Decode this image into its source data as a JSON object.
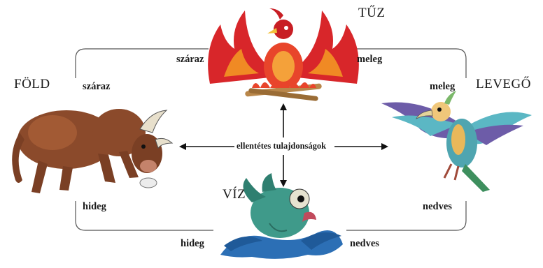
{
  "elements": {
    "fire": "TŰZ",
    "earth": "FÖLD",
    "air": "LEVEGŐ",
    "water": "VÍZ"
  },
  "qualities": {
    "top_left": "száraz",
    "left_top": "száraz",
    "top_right": "meleg",
    "right_top": "meleg",
    "left_bottom": "hideg",
    "bottom_left": "hideg",
    "right_bottom": "nedves",
    "bottom_right": "nedves"
  },
  "center_label": "ellentétes tulajdonságok",
  "creatures": {
    "fire": "phoenix-illustration",
    "earth": "bull-illustration",
    "air": "bird-illustration",
    "water": "fish-illustration"
  },
  "colors": {
    "line": "#555555",
    "arrow": "#111111",
    "fire_red": "#d8262a",
    "fire_orange": "#f08a24",
    "bull_brown": "#8b4a2b",
    "bird_teal": "#5bb7c4",
    "bird_purple": "#6d5ca8",
    "fish_green": "#3f9a8a",
    "wave_blue": "#2c6fb5"
  }
}
